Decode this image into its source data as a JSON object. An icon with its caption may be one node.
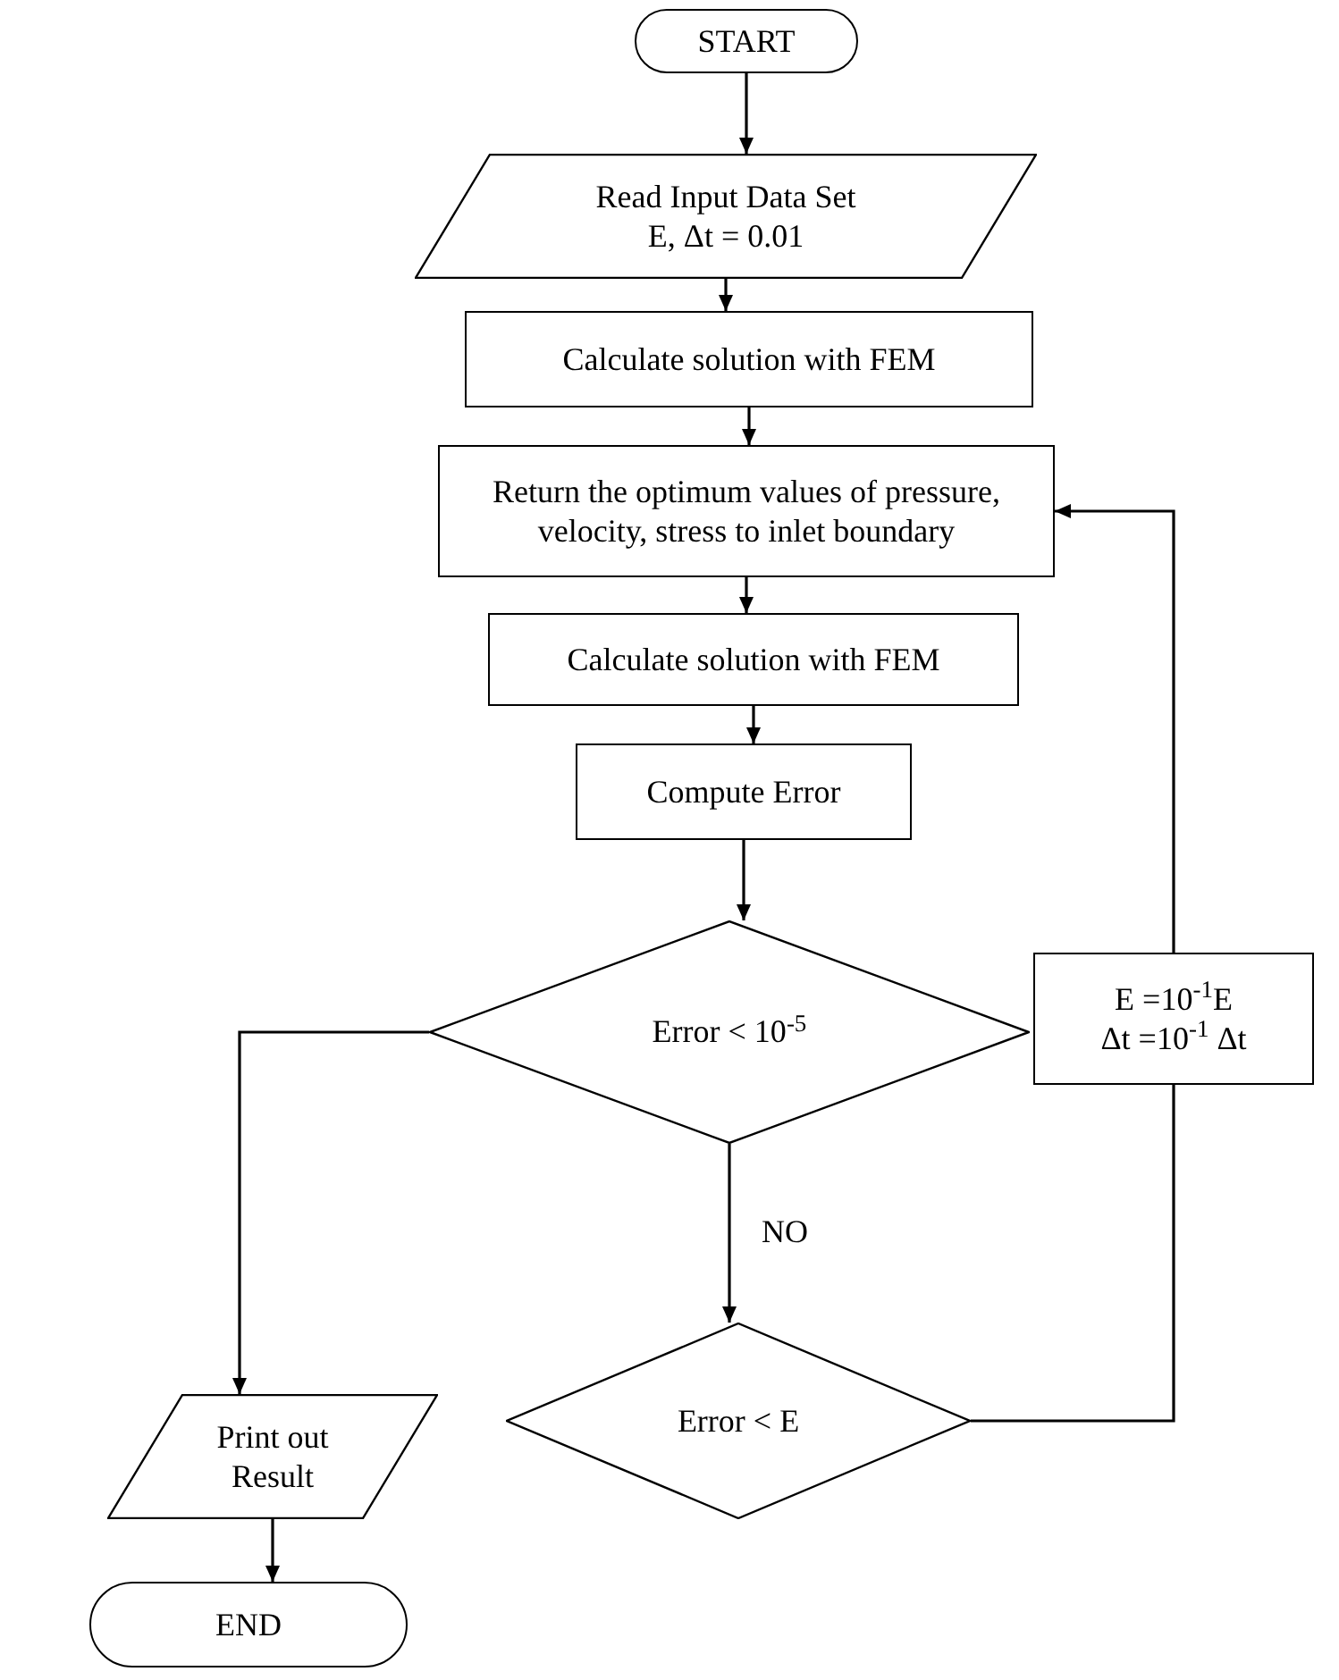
{
  "diagram": {
    "nodes": [
      {
        "text": [
          "START"
        ]
      },
      {
        "text": [
          "Read Input Data Set E, Δt = 0.01"
        ]
      },
      {
        "text": [
          "Calculate solution with FEM"
        ]
      },
      {
        "text": [
          "Return the optimum values of pressure, velocity, stress to inlet boundary"
        ]
      },
      {
        "text": [
          "Calculate solution with FEM"
        ]
      },
      {
        "text": [
          "Compute Error"
        ]
      },
      {
        "text": [
          "Error < 10$^{-5}$"
        ]
      },
      {
        "text": [
          "Error < E"
        ]
      },
      {
        "text": [
          "E =10$^{-1}$E",
          "Δt =10$^{-1}$ Δt"
        ]
      },
      {
        "text": [
          "Print out Result"
        ]
      },
      {
        "text": [
          "END"
        ]
      }
    ],
    "edges": [
      {
        "from": 0,
        "to": 1,
        "arrow": "to"
      },
      {
        "from": 1,
        "to": 2,
        "arrow": "to"
      },
      {
        "from": 2,
        "to": 3,
        "arrow": "to"
      },
      {
        "from": 3,
        "to": 4,
        "arrow": "to"
      },
      {
        "from": 4,
        "to": 5,
        "arrow": "to"
      },
      {
        "from": 5,
        "to": 6,
        "arrow": "to"
      },
      {
        "from": 6,
        "to": 7,
        "arrow": "to",
        "label": "NO"
      },
      {
        "from": 6,
        "to": 9,
        "arrow": "to"
      },
      {
        "from": 7,
        "to": 8,
        "arrow": "none"
      },
      {
        "from": 8,
        "to": 3,
        "arrow": "to"
      },
      {
        "from": 9,
        "to": 10,
        "arrow": "to"
      }
    ]
  }
}
